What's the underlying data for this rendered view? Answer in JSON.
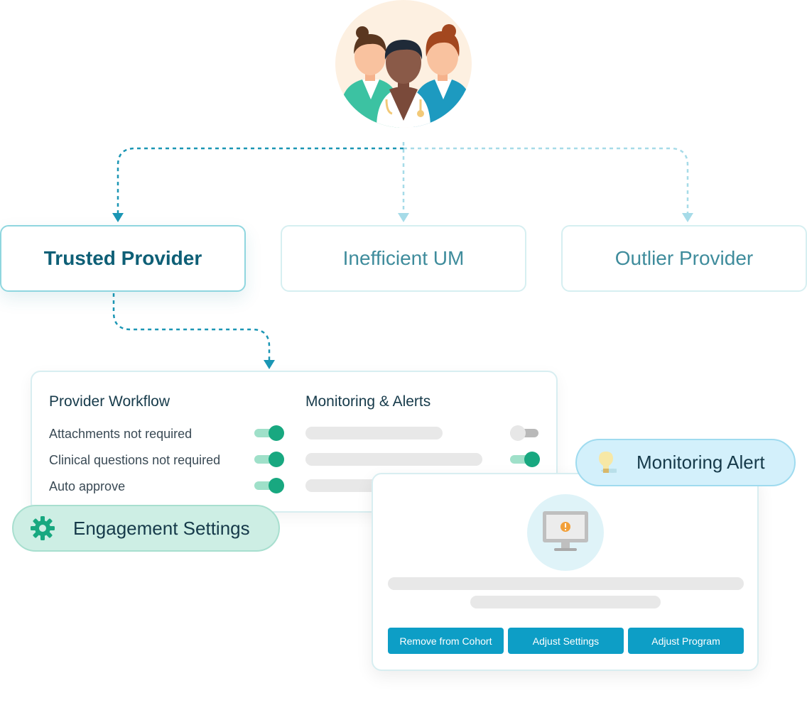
{
  "categories": {
    "trusted": "Trusted Provider",
    "inefficient": "Inefficient UM",
    "outlier": "Outlier Provider"
  },
  "settings": {
    "workflow_title": "Provider Workflow",
    "monitoring_title": "Monitoring & Alerts",
    "rows": [
      {
        "label": "Attachments not required",
        "workflow_toggle": "on",
        "alert_toggle": "off"
      },
      {
        "label": "Clinical questions not required",
        "workflow_toggle": "on",
        "alert_toggle": "on"
      },
      {
        "label": "Auto approve",
        "workflow_toggle": "on"
      }
    ]
  },
  "pills": {
    "engagement": {
      "label": "Engagement Settings",
      "icon": "gear-icon"
    },
    "alert": {
      "label": "Monitoring Alert",
      "icon": "lightbulb-icon"
    }
  },
  "alert_card": {
    "icon": "monitor-warning-icon",
    "buttons": [
      "Remove from Cohort",
      "Adjust Settings",
      "Adjust Program"
    ]
  },
  "colors": {
    "accent": "#0d9ec6",
    "toggle_on": "#18a880",
    "teal_text": "#0e5f76",
    "connector_dark": "#1b96b4",
    "connector_light": "#a6dbe8"
  }
}
